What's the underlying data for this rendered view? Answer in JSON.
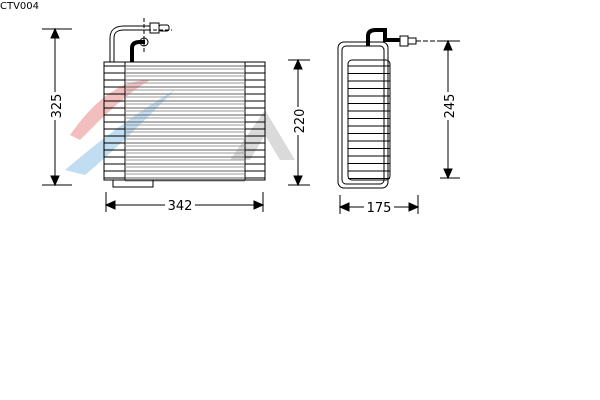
{
  "part_code": "CTV004",
  "dimensions": {
    "height_front": "325",
    "width_front": "342",
    "core_height": "220",
    "height_side": "245",
    "depth_side": "175"
  },
  "colors": {
    "watermark_red": "#e88a8a",
    "watermark_blue": "#8ec3e6",
    "line": "#000000"
  }
}
